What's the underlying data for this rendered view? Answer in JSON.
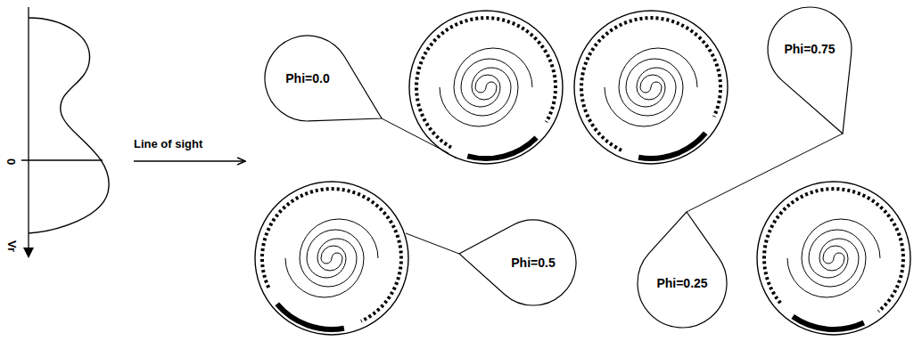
{
  "diagram": {
    "nodes": [
      {
        "text": [
          "Phi=0.0"
        ]
      },
      {
        "text": [
          "Phi=0.75"
        ]
      },
      {
        "text": [
          "Phi=0.5"
        ]
      },
      {
        "text": [
          "Phi=0.25"
        ]
      }
    ],
    "labels": [
      "0",
      "Vr",
      "Line of sight"
    ]
  }
}
